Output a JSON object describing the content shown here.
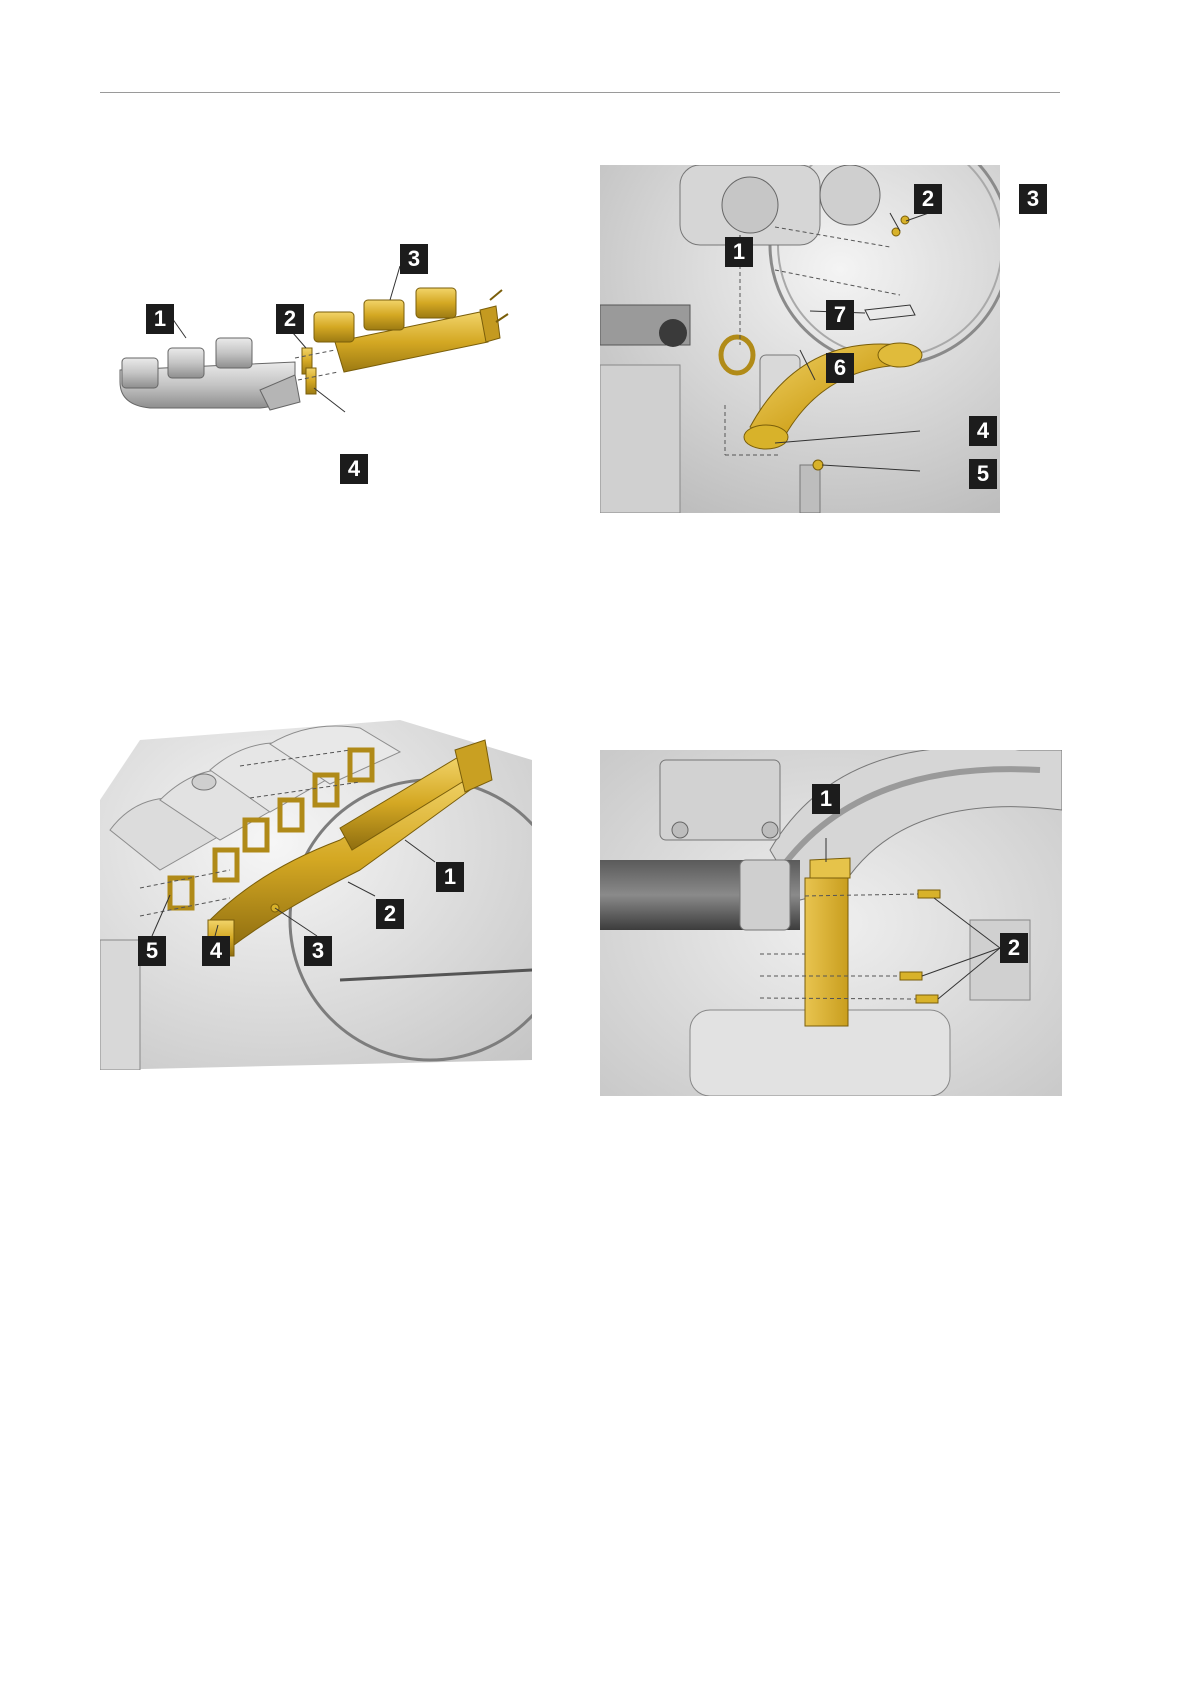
{
  "figures": {
    "fig1": {
      "callouts": [
        "1",
        "2",
        "3",
        "4"
      ]
    },
    "fig2": {
      "callouts": [
        "1",
        "2",
        "3",
        "7",
        "6",
        "4",
        "5"
      ]
    },
    "fig3": {
      "callouts": [
        "1",
        "2",
        "5",
        "4",
        "3"
      ]
    },
    "fig4": {
      "callouts": [
        "1",
        "2"
      ]
    }
  },
  "colors": {
    "part_highlight": "#d8b22a",
    "engine_gray": "#cfcfcf",
    "callout_bg": "#1c1c1c"
  }
}
